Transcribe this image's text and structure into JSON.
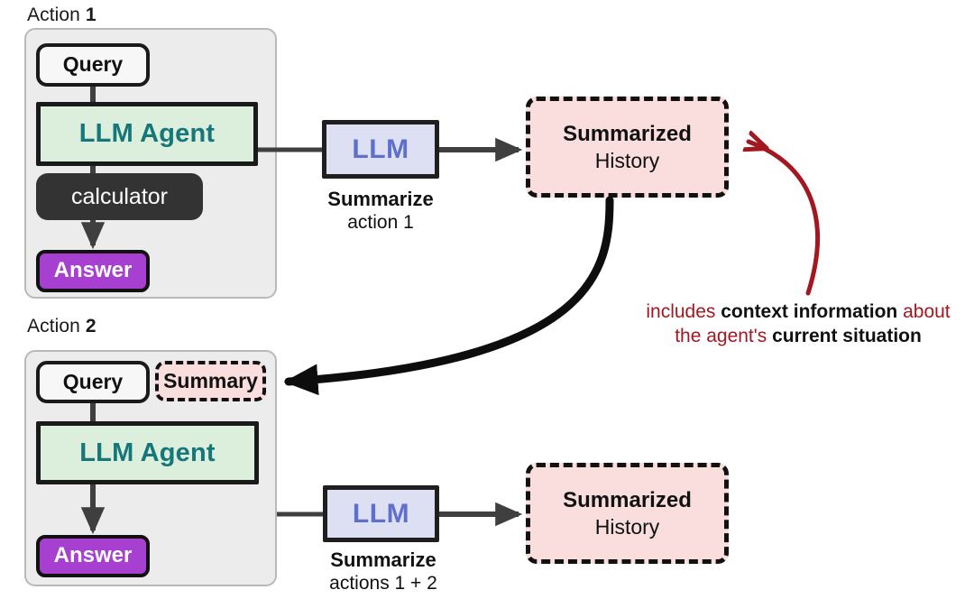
{
  "diagram": {
    "title_hidden": "",
    "colors": {
      "panel_bg": "#ececec",
      "panel_border": "#b9b9b9",
      "agent_fill": "#dcefdc",
      "agent_text": "#15777a",
      "llm_fill": "#dde0f2",
      "llm_text": "#5f6fcc",
      "answer_fill": "#a73fd0",
      "tool_fill": "#333333",
      "history_fill": "#fadddd",
      "annotation_red": "#a31820",
      "arrow_dark": "#3f3f3f",
      "arrow_black": "#0d0d0d"
    },
    "actions": [
      {
        "label_prefix": "Action ",
        "label_number": "1",
        "query": "Query",
        "agent": "LLM Agent",
        "tool": "calculator",
        "answer": "Answer",
        "has_summary_slot": false,
        "summary": ""
      },
      {
        "label_prefix": "Action ",
        "label_number": "2",
        "query": "Query",
        "agent": "LLM Agent",
        "tool": "",
        "answer": "Answer",
        "has_summary_slot": true,
        "summary": "Summary"
      }
    ],
    "summarizers": [
      {
        "llm": "LLM",
        "caption_line1": "Summarize",
        "caption_line2": "action 1",
        "history_line1": "Summarized",
        "history_line2": "History"
      },
      {
        "llm": "LLM",
        "caption_line1": "Summarize",
        "caption_line2": "actions 1 + 2",
        "history_line1": "Summarized",
        "history_line2": "History"
      }
    ],
    "annotation": {
      "line1_a": "includes ",
      "line1_b": "context information",
      "line1_c": " about",
      "line2_a": "the agent's ",
      "line2_b": "current situation"
    }
  }
}
